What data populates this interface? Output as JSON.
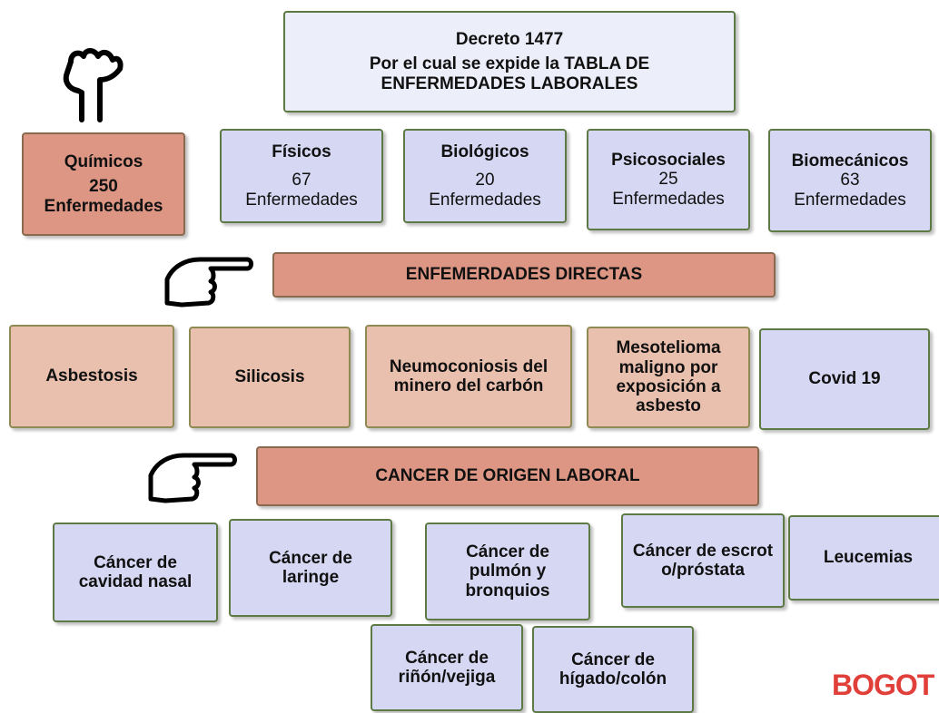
{
  "header": {
    "title": "Decreto 1477",
    "subtitle": "Por el cual se expide la TABLA DE ENFERMEDADES LABORALES"
  },
  "categories": [
    {
      "name": "Químicos",
      "count": "250",
      "unit": "Enfermedades"
    },
    {
      "name": "Físicos",
      "count": "67",
      "unit": "Enfermedades"
    },
    {
      "name": "Biológicos",
      "count": "20",
      "unit": "Enfermedades"
    },
    {
      "name": "Psicosociales",
      "count": "25",
      "unit": "Enfermedades"
    },
    {
      "name": "Biomecánicos",
      "count": "63",
      "unit": "Enfermedades"
    }
  ],
  "direct": {
    "heading": "ENFEMERDADES DIRECTAS",
    "items": [
      "Asbestosis",
      "Silicosis",
      "Neumoconiosis del minero del carbón",
      "Mesotelioma maligno por exposición a asbesto",
      "Covid 19"
    ]
  },
  "cancer": {
    "heading": "CANCER DE ORIGEN LABORAL",
    "items": [
      "Cáncer de cavidad nasal",
      "Cáncer de laringe",
      "Cáncer de pulmón y bronquios",
      "Cáncer de escroto/próstata",
      "Leucemias",
      "Cáncer de riñón/vejiga",
      "Cáncer de hígado/colón"
    ]
  },
  "icons": [
    "hand-pointing-down-icon",
    "hand-pointing-right-icon"
  ],
  "logo_text": "BOGOT",
  "colors": {
    "salmon": "#dd9684",
    "pink": "#e9bfae",
    "lavender": "#d6d8f3",
    "border": "#5e7a44",
    "logo": "#e1403a"
  }
}
